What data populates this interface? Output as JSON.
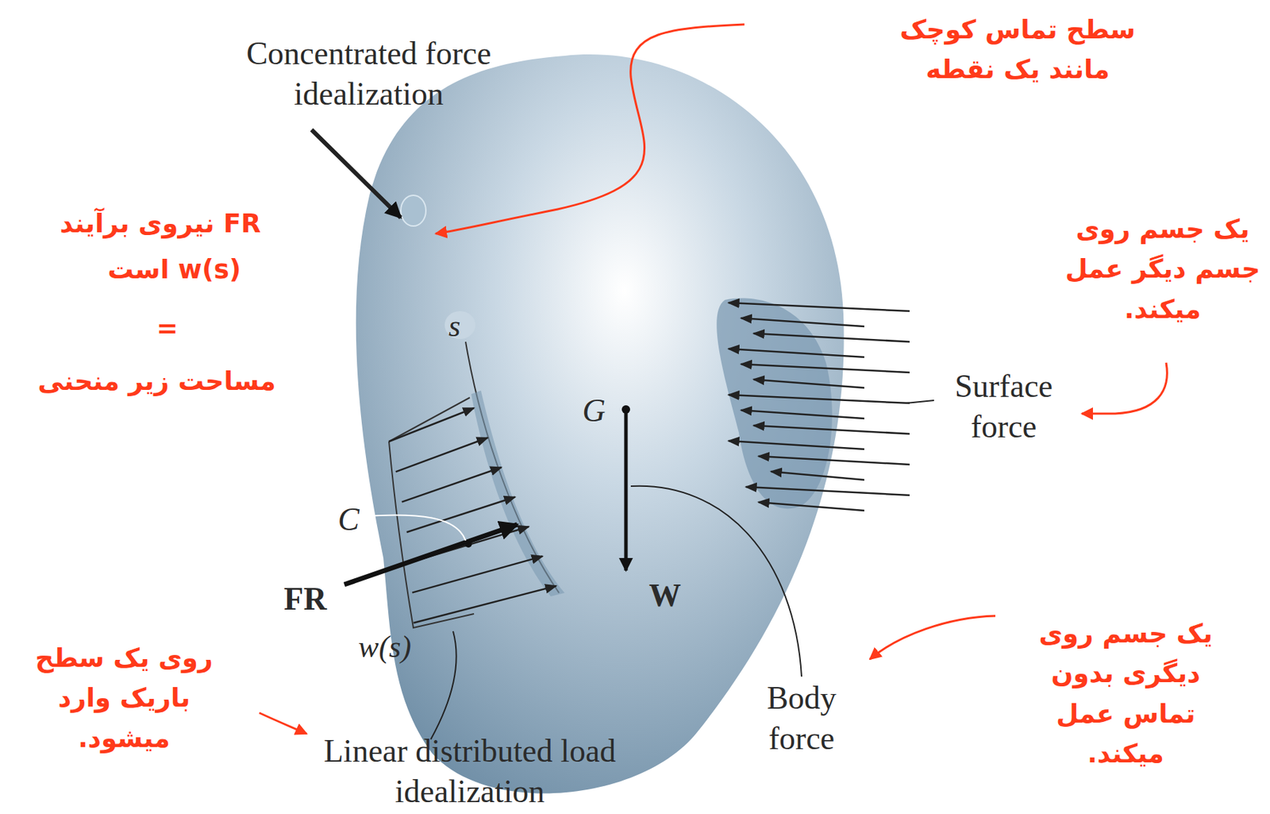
{
  "diagram": {
    "labels": [
      "Concentrated force idealization",
      "سطح تماس کوچک مانند یک نقطه",
      "FR نیروی برآیند",
      "w(s) است",
      "=",
      "مساحت زیر منحنی",
      "یک جسم روی جسم دیگر عمل میکند.",
      "Surface force",
      "s",
      "G",
      "C",
      "FR",
      "W",
      "w(s)",
      "Body force",
      "یک جسم روی دیگری بدون تماس عمل میکند.",
      "روی یک سطح باریک وارد میشود.",
      "Linear distributed load idealization"
    ]
  }
}
